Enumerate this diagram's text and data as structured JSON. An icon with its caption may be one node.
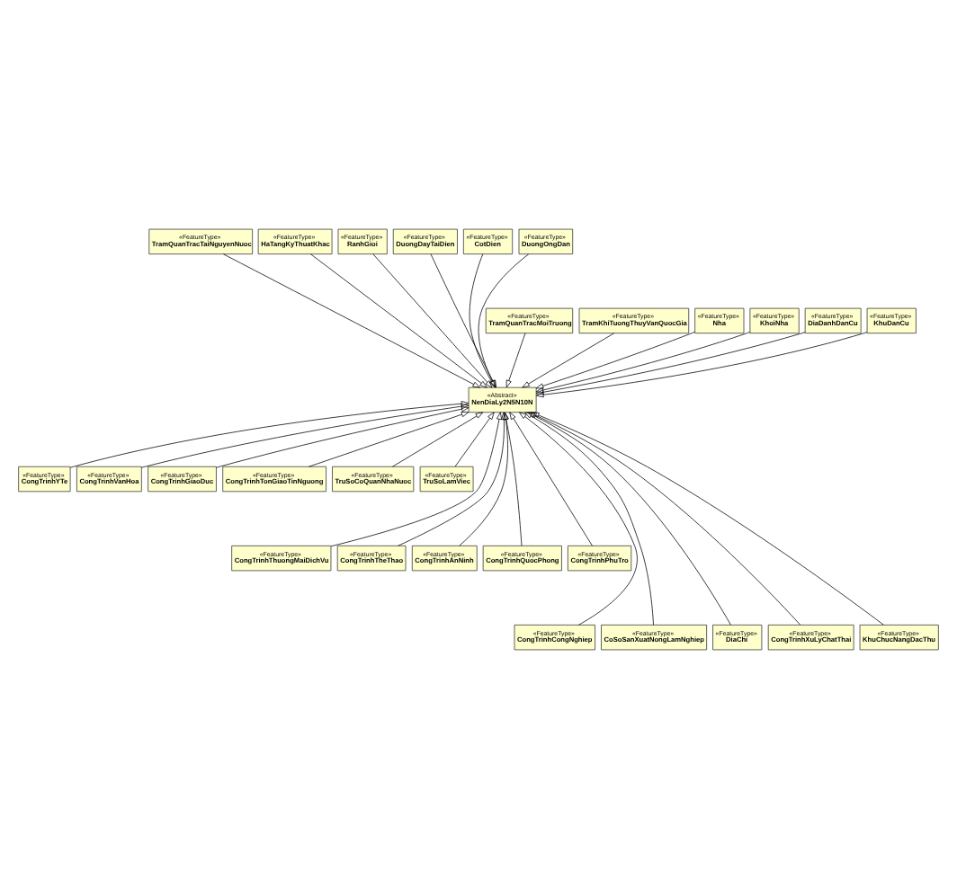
{
  "diagram": {
    "nodes": [
      {
        "text": [
          "«FeatureType»",
          "TramQuanTracTaiNguyenNuoc"
        ]
      },
      {
        "text": [
          "«FeatureType»",
          "HaTangKyThuatKhac"
        ]
      },
      {
        "text": [
          "«FeatureType»",
          "RanhGioi"
        ]
      },
      {
        "text": [
          "«FeatureType»",
          "DuongDayTaiDien"
        ]
      },
      {
        "text": [
          "«FeatureType»",
          "CotDien"
        ]
      },
      {
        "text": [
          "«FeatureType»",
          "DuongOngDan"
        ]
      },
      {
        "text": [
          "«FeatureType»",
          "TramQuanTracMoiTruong"
        ]
      },
      {
        "text": [
          "«FeatureType»",
          "TramKhiTuongThuyVanQuocGia"
        ]
      },
      {
        "text": [
          "«FeatureType»",
          "Nha"
        ]
      },
      {
        "text": [
          "«FeatureType»",
          "KhoiNha"
        ]
      },
      {
        "text": [
          "«FeatureType»",
          "DiaDanhDanCu"
        ]
      },
      {
        "text": [
          "«FeatureType»",
          "KhuDanCu"
        ]
      },
      {
        "text": [
          "«Abstract»",
          "NenDiaLy2N5N10N"
        ]
      },
      {
        "text": [
          "«FeatureType»",
          "CongTrinhYTe"
        ]
      },
      {
        "text": [
          "«FeatureType»",
          "CongTrinhVanHoa"
        ]
      },
      {
        "text": [
          "«FeatureType»",
          "CongTrinhGiaoDuc"
        ]
      },
      {
        "text": [
          "«FeatureType»",
          "CongTrinhTonGiaoTinNguong"
        ]
      },
      {
        "text": [
          "«FeatureType»",
          "TruSoCoQuanNhaNuoc"
        ]
      },
      {
        "text": [
          "«FeatureType»",
          "TruSoLamViec"
        ]
      },
      {
        "text": [
          "«FeatureType»",
          "CongTrinhThuongMaiDichVu"
        ]
      },
      {
        "text": [
          "«FeatureType»",
          "CongTrinhTheThao"
        ]
      },
      {
        "text": [
          "«FeatureType»",
          "CongTrinhAnNinh"
        ]
      },
      {
        "text": [
          "«FeatureType»",
          "CongTrinhQuocPhong"
        ]
      },
      {
        "text": [
          "«FeatureType»",
          "CongTrinhPhuTro"
        ]
      },
      {
        "text": [
          "«FeatureType»",
          "CongTrinhCongNghiep"
        ]
      },
      {
        "text": [
          "«FeatureType»",
          "CoSoSanXuatNongLamNghiep"
        ]
      },
      {
        "text": [
          "«FeatureType»",
          "DiaChi"
        ]
      },
      {
        "text": [
          "«FeatureType»",
          "CongTrinhXuLyChatThai"
        ]
      },
      {
        "text": [
          "«FeatureType»",
          "KhuChucNangDacThu"
        ]
      }
    ],
    "edges": [
      {
        "from": 0,
        "to": 12,
        "arrow": "to"
      },
      {
        "from": 1,
        "to": 12,
        "arrow": "to"
      },
      {
        "from": 2,
        "to": 12,
        "arrow": "to"
      },
      {
        "from": 3,
        "to": 12,
        "arrow": "to"
      },
      {
        "from": 4,
        "to": 12,
        "arrow": "to"
      },
      {
        "from": 5,
        "to": 12,
        "arrow": "to"
      },
      {
        "from": 6,
        "to": 12,
        "arrow": "to"
      },
      {
        "from": 7,
        "to": 12,
        "arrow": "to"
      },
      {
        "from": 8,
        "to": 12,
        "arrow": "to"
      },
      {
        "from": 9,
        "to": 12,
        "arrow": "to"
      },
      {
        "from": 10,
        "to": 12,
        "arrow": "to"
      },
      {
        "from": 11,
        "to": 12,
        "arrow": "to"
      },
      {
        "from": 13,
        "to": 12,
        "arrow": "to"
      },
      {
        "from": 14,
        "to": 12,
        "arrow": "to"
      },
      {
        "from": 15,
        "to": 12,
        "arrow": "to"
      },
      {
        "from": 16,
        "to": 12,
        "arrow": "to"
      },
      {
        "from": 17,
        "to": 12,
        "arrow": "to"
      },
      {
        "from": 18,
        "to": 12,
        "arrow": "to"
      },
      {
        "from": 19,
        "to": 12,
        "arrow": "to"
      },
      {
        "from": 20,
        "to": 12,
        "arrow": "to"
      },
      {
        "from": 21,
        "to": 12,
        "arrow": "to"
      },
      {
        "from": 22,
        "to": 12,
        "arrow": "to"
      },
      {
        "from": 23,
        "to": 12,
        "arrow": "to"
      },
      {
        "from": 24,
        "to": 12,
        "arrow": "to"
      },
      {
        "from": 25,
        "to": 12,
        "arrow": "to"
      },
      {
        "from": 26,
        "to": 12,
        "arrow": "to"
      },
      {
        "from": 27,
        "to": 12,
        "arrow": "to"
      },
      {
        "from": 28,
        "to": 12,
        "arrow": "to"
      }
    ]
  }
}
